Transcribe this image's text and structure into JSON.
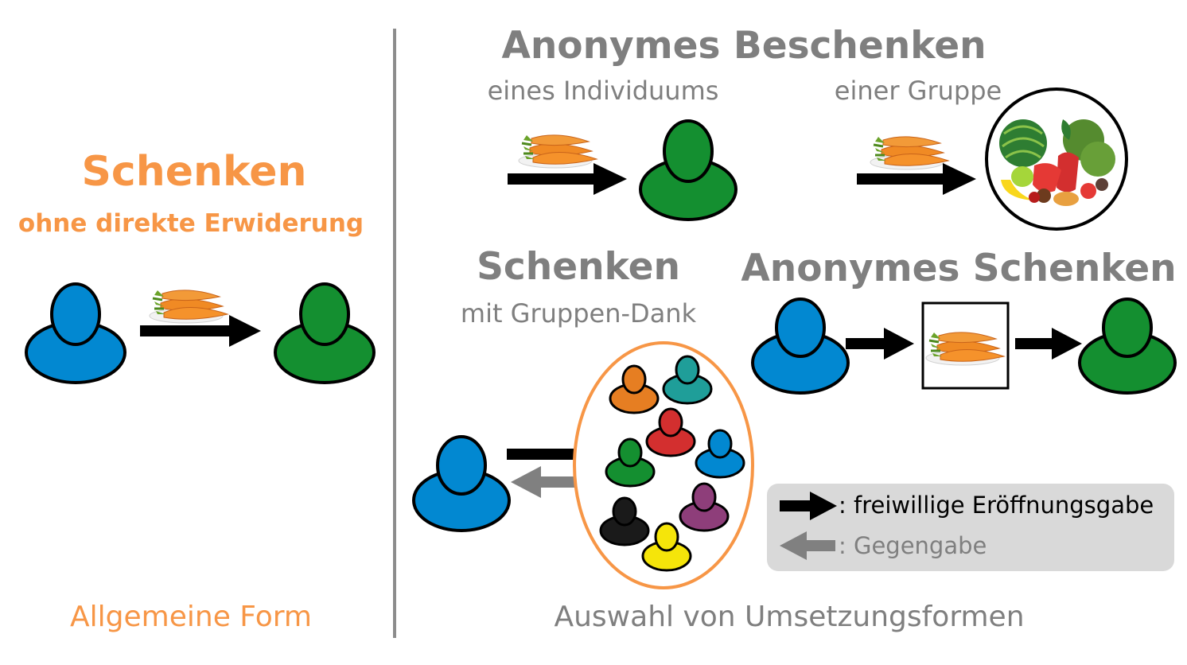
{
  "left": {
    "title": "Schenken",
    "subtitle": "ohne direkte Erwiderung",
    "footer": "Allgemeine Form"
  },
  "right": {
    "anon_gift": {
      "title": "Anonymes Beschenken",
      "individual_label": "eines Individuums",
      "group_label": "einer Gruppe"
    },
    "group_thanks": {
      "title": "Schenken",
      "subtitle": "mit Gruppen-Dank"
    },
    "anon_giving": {
      "title": "Anonymes Schenken"
    },
    "footer": "Auswahl von Umsetzungsformen"
  },
  "legend": {
    "black_arrow": ": freiwillige Eröffnungsgabe",
    "gray_arrow": ": Gegengabe"
  },
  "colors": {
    "orange": "#F79646",
    "gray_text": "#7F7F7F",
    "blue_person": "#0288D1",
    "green_person": "#148F30",
    "group_persons": [
      "#E67E22",
      "#1F9E99",
      "#D32F2F",
      "#148F30",
      "#0288D1",
      "#1A1A1A",
      "#8E3E7A",
      "#F5E50A"
    ]
  },
  "icons": {
    "gift": "carrots-on-plate-icon",
    "group": "fruits-vegetables-icon",
    "person": "person-icon"
  }
}
